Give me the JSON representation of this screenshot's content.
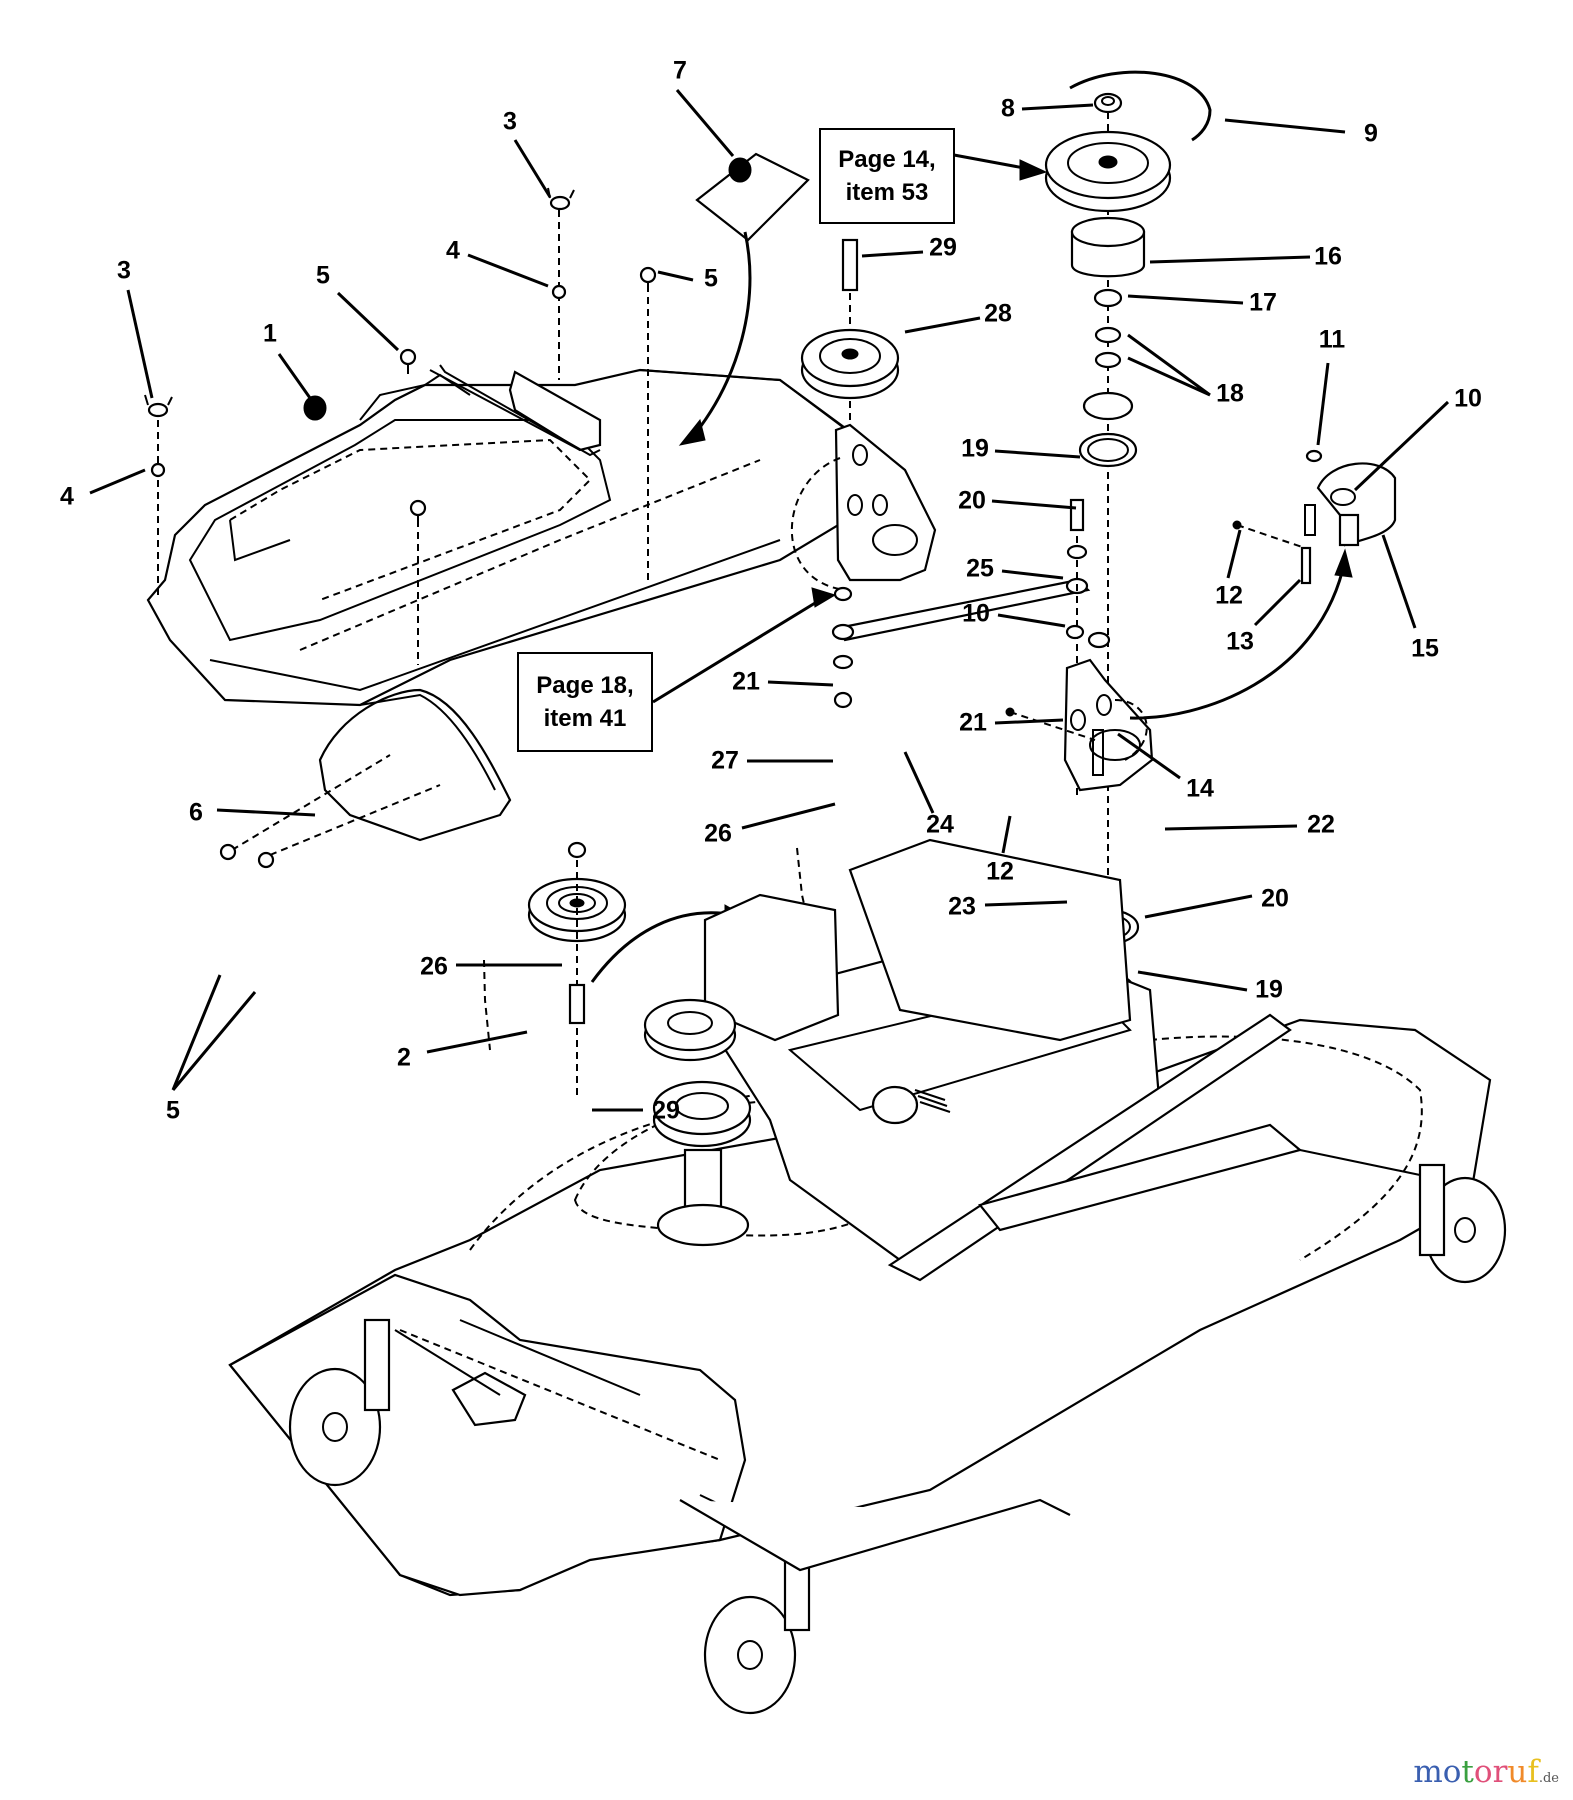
{
  "diagram": {
    "type": "exploded-parts-diagram",
    "subject": "mower deck with belt covers, idler pulleys and idler arm assembly",
    "callouts": [
      {
        "id": "c1",
        "text": "1"
      },
      {
        "id": "c2",
        "text": "2"
      },
      {
        "id": "c3a",
        "text": "3"
      },
      {
        "id": "c3b",
        "text": "3"
      },
      {
        "id": "c4a",
        "text": "4"
      },
      {
        "id": "c4b",
        "text": "4"
      },
      {
        "id": "c5a",
        "text": "5"
      },
      {
        "id": "c5b",
        "text": "5"
      },
      {
        "id": "c5c",
        "text": "5"
      },
      {
        "id": "c6",
        "text": "6"
      },
      {
        "id": "c7",
        "text": "7"
      },
      {
        "id": "c8",
        "text": "8"
      },
      {
        "id": "c9",
        "text": "9"
      },
      {
        "id": "c10a",
        "text": "10"
      },
      {
        "id": "c10b",
        "text": "10"
      },
      {
        "id": "c11",
        "text": "11"
      },
      {
        "id": "c12a",
        "text": "12"
      },
      {
        "id": "c12b",
        "text": "12"
      },
      {
        "id": "c13",
        "text": "13"
      },
      {
        "id": "c14",
        "text": "14"
      },
      {
        "id": "c15",
        "text": "15"
      },
      {
        "id": "c16",
        "text": "16"
      },
      {
        "id": "c17",
        "text": "17"
      },
      {
        "id": "c18",
        "text": "18"
      },
      {
        "id": "c19a",
        "text": "19"
      },
      {
        "id": "c19b",
        "text": "19"
      },
      {
        "id": "c20a",
        "text": "20"
      },
      {
        "id": "c20b",
        "text": "20"
      },
      {
        "id": "c21a",
        "text": "21"
      },
      {
        "id": "c21b",
        "text": "21"
      },
      {
        "id": "c22",
        "text": "22"
      },
      {
        "id": "c23",
        "text": "23"
      },
      {
        "id": "c24",
        "text": "24"
      },
      {
        "id": "c25",
        "text": "25"
      },
      {
        "id": "c26a",
        "text": "26"
      },
      {
        "id": "c26b",
        "text": "26"
      },
      {
        "id": "c27",
        "text": "27"
      },
      {
        "id": "c28",
        "text": "28"
      },
      {
        "id": "c29a",
        "text": "29"
      },
      {
        "id": "c29b",
        "text": "29"
      }
    ],
    "references": [
      {
        "id": "ref-page14",
        "line1": "Page 14,",
        "line2": "item 53"
      },
      {
        "id": "ref-page18",
        "line1": "Page 18,",
        "line2": "item 41"
      }
    ]
  },
  "watermark": {
    "letters": [
      {
        "ch": "m",
        "color": "#3a5fb0"
      },
      {
        "ch": "o",
        "color": "#3a5fb0"
      },
      {
        "ch": "t",
        "color": "#3aa040"
      },
      {
        "ch": "o",
        "color": "#e0507a"
      },
      {
        "ch": "r",
        "color": "#e0507a"
      },
      {
        "ch": "u",
        "color": "#f08a2a"
      },
      {
        "ch": "f",
        "color": "#e8c020"
      }
    ],
    "tld": ".de"
  }
}
